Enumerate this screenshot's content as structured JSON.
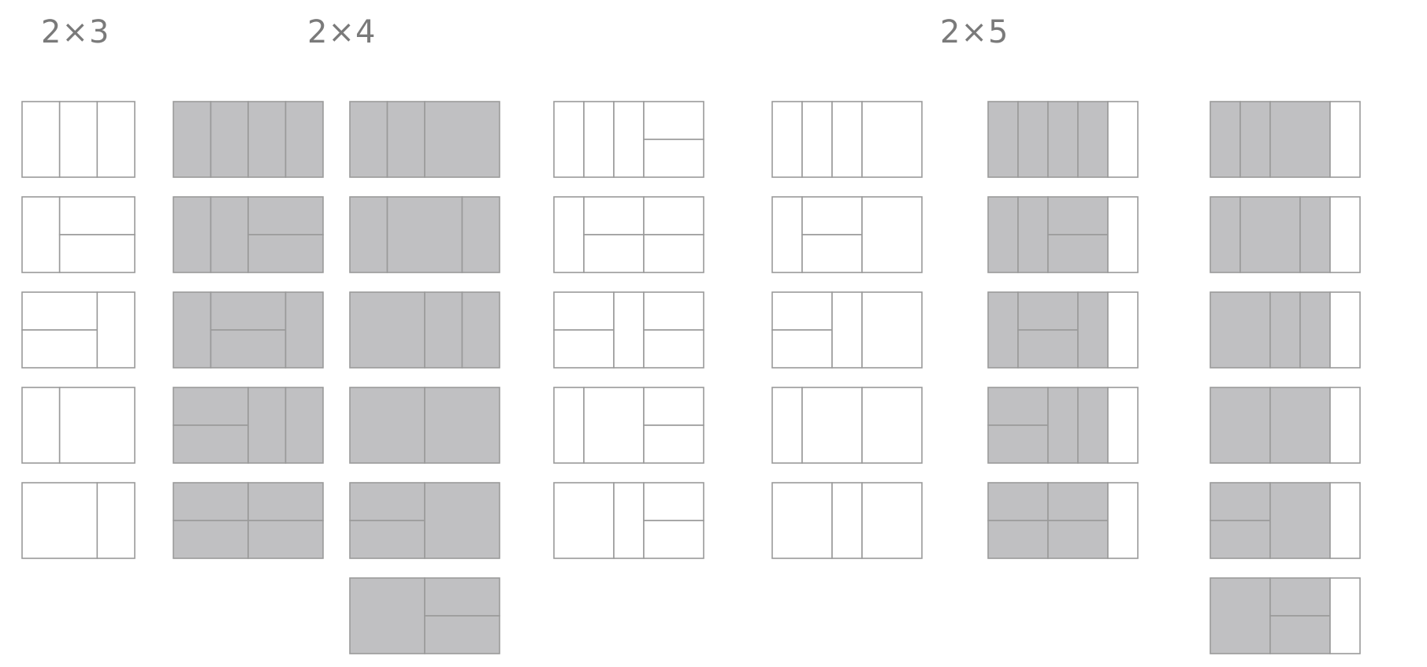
{
  "headings": {
    "h23": "2×3",
    "h24": "2×4",
    "h25": "2×5"
  },
  "colors": {
    "filled": "#c0c0c2",
    "empty": "#ffffff",
    "stroke": "#9a9a9a"
  },
  "groups": [
    {
      "name": "2x3-layouts",
      "cols": 3,
      "tiles": [
        {
          "filled": false,
          "cells": [
            [
              0,
              0,
              1,
              2
            ],
            [
              1,
              0,
              1,
              2
            ],
            [
              2,
              0,
              1,
              2
            ]
          ]
        },
        {
          "filled": false,
          "cells": [
            [
              0,
              0,
              1,
              2
            ],
            [
              1,
              0,
              2,
              1
            ],
            [
              1,
              1,
              2,
              1
            ]
          ]
        },
        {
          "filled": false,
          "cells": [
            [
              0,
              0,
              2,
              1
            ],
            [
              0,
              1,
              2,
              1
            ],
            [
              2,
              0,
              1,
              2
            ]
          ]
        },
        {
          "filled": false,
          "cells": [
            [
              0,
              0,
              1,
              2
            ],
            [
              1,
              0,
              2,
              2
            ]
          ]
        },
        {
          "filled": false,
          "cells": [
            [
              0,
              0,
              2,
              2
            ],
            [
              2,
              0,
              1,
              2
            ]
          ]
        }
      ]
    },
    {
      "name": "2x4-layouts-a",
      "cols": 4,
      "tiles": [
        {
          "filled": true,
          "cells": [
            [
              0,
              0,
              1,
              2
            ],
            [
              1,
              0,
              1,
              2
            ],
            [
              2,
              0,
              1,
              2
            ],
            [
              3,
              0,
              1,
              2
            ]
          ]
        },
        {
          "filled": true,
          "cells": [
            [
              0,
              0,
              1,
              2
            ],
            [
              1,
              0,
              1,
              2
            ],
            [
              2,
              0,
              2,
              1
            ],
            [
              2,
              1,
              2,
              1
            ]
          ]
        },
        {
          "filled": true,
          "cells": [
            [
              0,
              0,
              1,
              2
            ],
            [
              1,
              0,
              2,
              1
            ],
            [
              1,
              1,
              2,
              1
            ],
            [
              3,
              0,
              1,
              2
            ]
          ]
        },
        {
          "filled": true,
          "cells": [
            [
              0,
              0,
              2,
              1
            ],
            [
              0,
              1,
              2,
              1
            ],
            [
              2,
              0,
              1,
              2
            ],
            [
              3,
              0,
              1,
              2
            ]
          ]
        },
        {
          "filled": true,
          "cells": [
            [
              0,
              0,
              2,
              1
            ],
            [
              2,
              0,
              2,
              1
            ],
            [
              0,
              1,
              2,
              1
            ],
            [
              2,
              1,
              2,
              1
            ]
          ]
        }
      ]
    },
    {
      "name": "2x4-layouts-b",
      "cols": 4,
      "tiles": [
        {
          "filled": true,
          "cells": [
            [
              0,
              0,
              1,
              2
            ],
            [
              1,
              0,
              1,
              2
            ],
            [
              2,
              0,
              2,
              2
            ]
          ]
        },
        {
          "filled": true,
          "cells": [
            [
              0,
              0,
              1,
              2
            ],
            [
              1,
              0,
              2,
              2
            ],
            [
              3,
              0,
              1,
              2
            ]
          ]
        },
        {
          "filled": true,
          "cells": [
            [
              0,
              0,
              2,
              2
            ],
            [
              2,
              0,
              1,
              2
            ],
            [
              3,
              0,
              1,
              2
            ]
          ]
        },
        {
          "filled": true,
          "cells": [
            [
              0,
              0,
              2,
              2
            ],
            [
              2,
              0,
              2,
              2
            ]
          ]
        },
        {
          "filled": true,
          "cells": [
            [
              0,
              0,
              2,
              1
            ],
            [
              0,
              1,
              2,
              1
            ],
            [
              2,
              0,
              2,
              2
            ]
          ]
        },
        {
          "filled": true,
          "cells": [
            [
              0,
              0,
              2,
              2
            ],
            [
              2,
              0,
              2,
              1
            ],
            [
              2,
              1,
              2,
              1
            ]
          ]
        }
      ]
    },
    {
      "name": "2x5-layouts-a",
      "cols": 5,
      "tiles": [
        {
          "filled": false,
          "cells": [
            [
              0,
              0,
              1,
              2
            ],
            [
              1,
              0,
              1,
              2
            ],
            [
              2,
              0,
              1,
              2
            ],
            [
              3,
              0,
              2,
              1
            ],
            [
              3,
              1,
              2,
              1
            ]
          ]
        },
        {
          "filled": false,
          "cells": [
            [
              0,
              0,
              1,
              2
            ],
            [
              1,
              0,
              2,
              1
            ],
            [
              1,
              1,
              2,
              1
            ],
            [
              3,
              0,
              2,
              1
            ],
            [
              3,
              1,
              2,
              1
            ]
          ]
        },
        {
          "filled": false,
          "cells": [
            [
              0,
              0,
              2,
              1
            ],
            [
              0,
              1,
              2,
              1
            ],
            [
              2,
              0,
              1,
              2
            ],
            [
              3,
              0,
              2,
              1
            ],
            [
              3,
              1,
              2,
              1
            ]
          ]
        },
        {
          "filled": false,
          "cells": [
            [
              0,
              0,
              1,
              2
            ],
            [
              1,
              0,
              2,
              2
            ],
            [
              3,
              0,
              2,
              1
            ],
            [
              3,
              1,
              2,
              1
            ]
          ]
        },
        {
          "filled": false,
          "cells": [
            [
              0,
              0,
              2,
              2
            ],
            [
              2,
              0,
              1,
              2
            ],
            [
              3,
              0,
              2,
              1
            ],
            [
              3,
              1,
              2,
              1
            ]
          ]
        }
      ]
    },
    {
      "name": "2x5-layouts-b",
      "cols": 5,
      "tiles": [
        {
          "filled": false,
          "cells": [
            [
              0,
              0,
              1,
              2
            ],
            [
              1,
              0,
              1,
              2
            ],
            [
              2,
              0,
              1,
              2
            ],
            [
              3,
              0,
              2,
              2
            ]
          ]
        },
        {
          "filled": false,
          "cells": [
            [
              0,
              0,
              1,
              2
            ],
            [
              1,
              0,
              2,
              1
            ],
            [
              1,
              1,
              2,
              1
            ],
            [
              3,
              0,
              2,
              2
            ]
          ]
        },
        {
          "filled": false,
          "cells": [
            [
              0,
              0,
              2,
              1
            ],
            [
              0,
              1,
              2,
              1
            ],
            [
              2,
              0,
              1,
              2
            ],
            [
              3,
              0,
              2,
              2
            ]
          ]
        },
        {
          "filled": false,
          "cells": [
            [
              0,
              0,
              1,
              2
            ],
            [
              1,
              0,
              2,
              2
            ],
            [
              3,
              0,
              2,
              2
            ]
          ]
        },
        {
          "filled": false,
          "cells": [
            [
              0,
              0,
              2,
              2
            ],
            [
              2,
              0,
              1,
              2
            ],
            [
              3,
              0,
              2,
              2
            ]
          ]
        }
      ]
    },
    {
      "name": "2x5-layouts-c",
      "cols": 5,
      "lastColWhite": true,
      "tiles": [
        {
          "filled": true,
          "cells": [
            [
              0,
              0,
              1,
              2
            ],
            [
              1,
              0,
              1,
              2
            ],
            [
              2,
              0,
              1,
              2
            ],
            [
              3,
              0,
              1,
              2
            ],
            [
              4,
              0,
              1,
              2
            ]
          ]
        },
        {
          "filled": true,
          "cells": [
            [
              0,
              0,
              1,
              2
            ],
            [
              1,
              0,
              1,
              2
            ],
            [
              2,
              0,
              2,
              1
            ],
            [
              2,
              1,
              2,
              1
            ],
            [
              4,
              0,
              1,
              2
            ]
          ]
        },
        {
          "filled": true,
          "cells": [
            [
              0,
              0,
              1,
              2
            ],
            [
              1,
              0,
              2,
              1
            ],
            [
              1,
              1,
              2,
              1
            ],
            [
              3,
              0,
              1,
              2
            ],
            [
              4,
              0,
              1,
              2
            ]
          ]
        },
        {
          "filled": true,
          "cells": [
            [
              0,
              0,
              2,
              1
            ],
            [
              0,
              1,
              2,
              1
            ],
            [
              2,
              0,
              1,
              2
            ],
            [
              3,
              0,
              1,
              2
            ],
            [
              4,
              0,
              1,
              2
            ]
          ]
        },
        {
          "filled": true,
          "cells": [
            [
              0,
              0,
              2,
              1
            ],
            [
              2,
              0,
              2,
              1
            ],
            [
              0,
              1,
              2,
              1
            ],
            [
              2,
              1,
              2,
              1
            ],
            [
              4,
              0,
              1,
              2
            ]
          ]
        }
      ]
    },
    {
      "name": "2x5-layouts-d",
      "cols": 5,
      "lastColWhite": true,
      "tiles": [
        {
          "filled": true,
          "cells": [
            [
              0,
              0,
              1,
              2
            ],
            [
              1,
              0,
              1,
              2
            ],
            [
              2,
              0,
              2,
              2
            ],
            [
              4,
              0,
              1,
              2
            ]
          ]
        },
        {
          "filled": true,
          "cells": [
            [
              0,
              0,
              1,
              2
            ],
            [
              1,
              0,
              2,
              2
            ],
            [
              3,
              0,
              1,
              2
            ],
            [
              4,
              0,
              1,
              2
            ]
          ]
        },
        {
          "filled": true,
          "cells": [
            [
              0,
              0,
              2,
              2
            ],
            [
              2,
              0,
              1,
              2
            ],
            [
              3,
              0,
              1,
              2
            ],
            [
              4,
              0,
              1,
              2
            ]
          ]
        },
        {
          "filled": true,
          "cells": [
            [
              0,
              0,
              2,
              2
            ],
            [
              2,
              0,
              2,
              2
            ],
            [
              4,
              0,
              1,
              2
            ]
          ]
        },
        {
          "filled": true,
          "cells": [
            [
              0,
              0,
              2,
              1
            ],
            [
              0,
              1,
              2,
              1
            ],
            [
              2,
              0,
              2,
              2
            ],
            [
              4,
              0,
              1,
              2
            ]
          ]
        },
        {
          "filled": true,
          "cells": [
            [
              0,
              0,
              2,
              2
            ],
            [
              2,
              0,
              2,
              1
            ],
            [
              2,
              1,
              2,
              1
            ],
            [
              4,
              0,
              1,
              2
            ]
          ]
        }
      ]
    }
  ]
}
